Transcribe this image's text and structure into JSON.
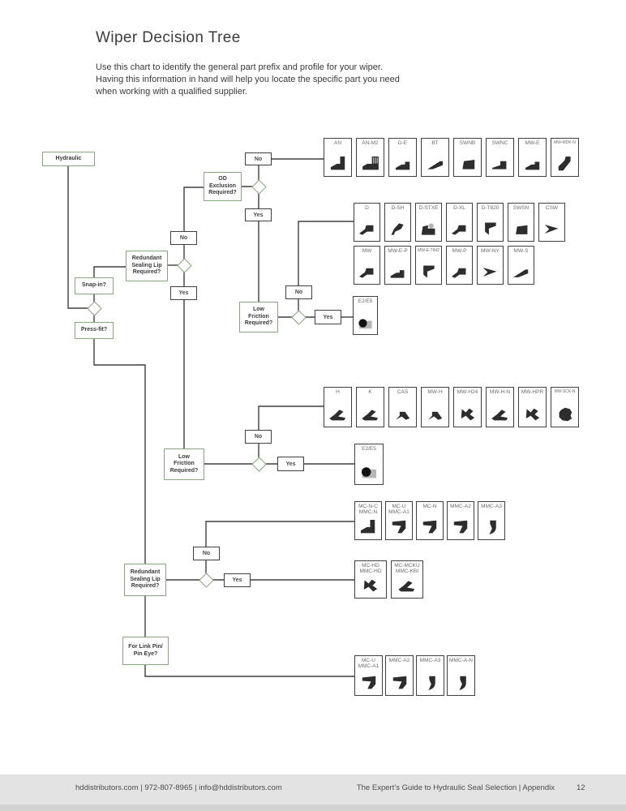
{
  "page": {
    "title": "Wiper Decision Tree",
    "intro": [
      "Use this chart to identify the general part prefix and profile for your wiper.",
      "Having this information in hand will help you locate the specific part you need",
      "when working with a qualified supplier."
    ]
  },
  "colors": {
    "accent_green": "#84a87c",
    "line": "#3f3f3f",
    "shape": "#2d2d2d",
    "shape_gray": "#b5b5b5"
  },
  "flowchart": {
    "decisions": [
      {
        "id": "hydraulic",
        "label": [
          "Hydraulic"
        ]
      },
      {
        "id": "snap_in",
        "label": [
          "Snap-in?"
        ]
      },
      {
        "id": "press_fit",
        "label": [
          "Press-fit?"
        ]
      },
      {
        "id": "redundant1",
        "label": [
          "Redundant",
          "Sealing Lip",
          "Required?"
        ]
      },
      {
        "id": "od_exclusion",
        "label": [
          "OD",
          "Exclusion",
          "Required?"
        ]
      },
      {
        "id": "low_friction1",
        "label": [
          "Low",
          "Friction",
          "Required?"
        ]
      },
      {
        "id": "low_friction2",
        "label": [
          "Low",
          "Friction",
          "Required?"
        ]
      },
      {
        "id": "redundant2",
        "label": [
          "Redundant",
          "Sealing Lip",
          "Required?"
        ]
      },
      {
        "id": "link_pin",
        "label": [
          "For Link Pin/",
          "Pin Eye?"
        ]
      }
    ],
    "answers": [
      {
        "id": "no_od",
        "label": "No"
      },
      {
        "id": "yes_od",
        "label": "Yes"
      },
      {
        "id": "no_red1",
        "label": "No"
      },
      {
        "id": "yes_red1",
        "label": "Yes"
      },
      {
        "id": "no_lf1",
        "label": "No"
      },
      {
        "id": "yes_lf1",
        "label": "Yes"
      },
      {
        "id": "no_lf2",
        "label": "No"
      },
      {
        "id": "yes_lf2",
        "label": "Yes"
      },
      {
        "id": "no_red2",
        "label": "No"
      },
      {
        "id": "yes_red2",
        "label": "Yes"
      }
    ],
    "part_groups": [
      {
        "id": "row1",
        "parts": [
          {
            "label": "AN",
            "shape": "boot"
          },
          {
            "label": "AN-M2",
            "shape": "ribbed"
          },
          {
            "label": "D-E",
            "shape": "step"
          },
          {
            "label": "BT",
            "shape": "ramp"
          },
          {
            "label": "SWNB",
            "shape": "block"
          },
          {
            "label": "SWNC",
            "shape": "stepup"
          },
          {
            "label": "MW-E",
            "shape": "step"
          },
          {
            "label": "MW-MDK-N",
            "shape": "bent"
          }
        ]
      },
      {
        "id": "row2",
        "parts": [
          {
            "label": "D",
            "shape": "flag"
          },
          {
            "label": "D-SH",
            "shape": "scurve"
          },
          {
            "label": "D-STXE",
            "shape": "blockdot"
          },
          {
            "label": "D-XL",
            "shape": "flag"
          },
          {
            "label": "D-T820",
            "shape": "mu"
          },
          {
            "label": "SWSN",
            "shape": "block"
          },
          {
            "label": "CSW",
            "shape": "chev"
          }
        ]
      },
      {
        "id": "row3",
        "parts": [
          {
            "label": "MW",
            "shape": "flag"
          },
          {
            "label": "MW-E-P",
            "shape": "step"
          },
          {
            "label": "MW-E-T842",
            "shape": "mu"
          },
          {
            "label": "MW-P",
            "shape": "flag"
          },
          {
            "label": "MW-NY",
            "shape": "chev"
          },
          {
            "label": "MW-S",
            "shape": "ramp"
          }
        ]
      },
      {
        "id": "e2e5_1",
        "parts": [
          {
            "label": "E2/E5",
            "shape": "e2e5"
          }
        ]
      },
      {
        "id": "row4",
        "parts": [
          {
            "label": "H",
            "shape": "check"
          },
          {
            "label": "K",
            "shape": "check"
          },
          {
            "label": "CAS",
            "shape": "checkT"
          },
          {
            "label": "MW-H",
            "shape": "checkT"
          },
          {
            "label": "MW-H24",
            "shape": "star"
          },
          {
            "label": "MW-H-N",
            "shape": "check"
          },
          {
            "label": "MW-HPR",
            "shape": "star"
          },
          {
            "label": "MW-SCK-N",
            "shape": "knot"
          }
        ]
      },
      {
        "id": "e2e5_2",
        "parts": [
          {
            "label": "E2/E5",
            "shape": "e2e5"
          }
        ]
      },
      {
        "id": "row5",
        "parts": [
          {
            "label": [
              "MC-N-C",
              "MMC-N"
            ],
            "shape": "boot"
          },
          {
            "label": [
              "MC-U",
              "MMC-A1"
            ],
            "shape": "hook7"
          },
          {
            "label": "MC-N",
            "shape": "hook7"
          },
          {
            "label": "MMC-A2",
            "shape": "hook7"
          },
          {
            "label": "MMC-A3",
            "shape": "comma"
          }
        ]
      },
      {
        "id": "row6",
        "parts": [
          {
            "label": [
              "MC-HD",
              "MMC-HD"
            ],
            "shape": "star"
          },
          {
            "label": [
              "MC-MCKU",
              "MMC-KBI"
            ],
            "shape": "check"
          }
        ]
      },
      {
        "id": "row7",
        "parts": [
          {
            "label": [
              "MC-U",
              "MMC-A1"
            ],
            "shape": "hook7"
          },
          {
            "label": "MMC-A2",
            "shape": "hook7"
          },
          {
            "label": "MMC-A3",
            "shape": "comma"
          },
          {
            "label": "MMC-A-N",
            "shape": "comma"
          }
        ]
      }
    ]
  },
  "footer": {
    "left": "hddistributors.com | 972-807-8965 | info@hddistributors.com",
    "right": "The Expert’s Guide to Hydraulic Seal Selection | Appendix",
    "page_number": "12"
  }
}
